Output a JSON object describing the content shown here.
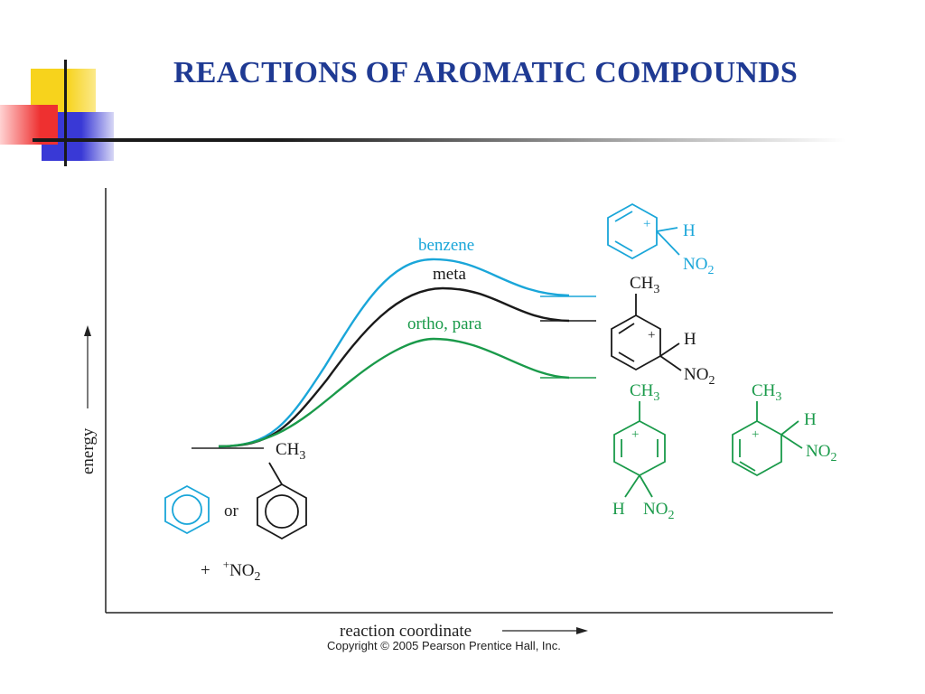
{
  "slide": {
    "title": "REACTIONS OF AROMATIC COMPOUNDS"
  },
  "colors": {
    "title": "#1f3a93",
    "benzene": "#1aa6d9",
    "meta": "#1a1a1a",
    "ortho_para": "#1a9a4a",
    "deco_yellow": "#f7d31c",
    "deco_red": "#ee3030",
    "deco_blue": "#3939d6"
  },
  "diagram": {
    "y_axis_label": "energy",
    "x_axis_label": "reaction coordinate",
    "curves": [
      {
        "name": "benzene",
        "color": "#1aa6d9"
      },
      {
        "name": "meta",
        "color": "#1a1a1a"
      },
      {
        "name": "ortho, para",
        "color": "#1a9a4a"
      }
    ],
    "reactants": {
      "ch3": "CH",
      "ch3_sub": "3",
      "or": "or",
      "plus": "+",
      "nitronium_charge": "+",
      "nitronium": "NO",
      "nitronium_sub": "2"
    },
    "intermediates": {
      "benzene": {
        "h": "H",
        "no2": "NO",
        "no2_sub": "2",
        "charge": "+"
      },
      "meta": {
        "ch3": "CH",
        "ch3_sub": "3",
        "h": "H",
        "no2": "NO",
        "no2_sub": "2",
        "charge": "+"
      },
      "para": {
        "ch3": "CH",
        "ch3_sub": "3",
        "h": "H",
        "no2": "NO",
        "no2_sub": "2",
        "charge": "+"
      },
      "ortho": {
        "ch3": "CH",
        "ch3_sub": "3",
        "h": "H",
        "no2": "NO",
        "no2_sub": "2",
        "charge": "+"
      }
    },
    "copyright": "Copyright © 2005 Pearson Prentice Hall, Inc."
  }
}
